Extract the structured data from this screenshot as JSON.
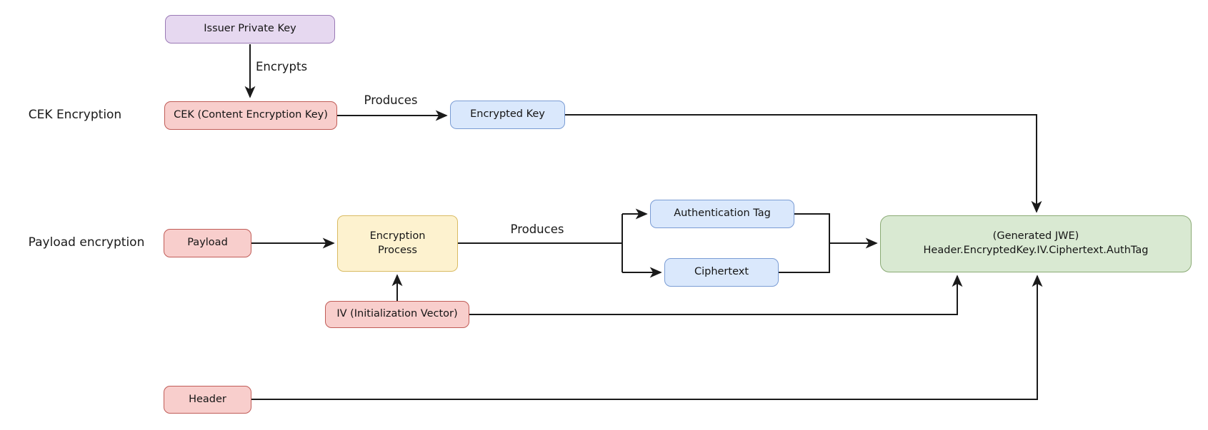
{
  "diagram": {
    "row_labels": {
      "cek": "CEK Encryption",
      "payload": "Payload encryption"
    },
    "nodes": {
      "issuer_private_key": {
        "label": "Issuer Private Key",
        "fill": "#e6d8f0",
        "border": "#9a79b5"
      },
      "cek": {
        "label": "CEK (Content Encryption Key)",
        "fill": "#f8cecc",
        "border": "#c05c57"
      },
      "encrypted_key": {
        "label": "Encrypted Key",
        "fill": "#dae8fc",
        "border": "#7a9cd4"
      },
      "payload": {
        "label": "Payload",
        "fill": "#f8cecc",
        "border": "#c05c57"
      },
      "encryption_process": {
        "label": "Encryption\nProcess",
        "fill": "#fdf2cf",
        "border": "#d9bb62"
      },
      "authentication_tag": {
        "label": "Authentication Tag",
        "fill": "#dae8fc",
        "border": "#7a9cd4"
      },
      "ciphertext": {
        "label": "Ciphertext",
        "fill": "#dae8fc",
        "border": "#7a9cd4"
      },
      "iv": {
        "label": "IV (Initialization Vector)",
        "fill": "#f8cecc",
        "border": "#c05c57"
      },
      "header": {
        "label": "Header",
        "fill": "#f8cecc",
        "border": "#c05c57"
      },
      "generated_jwe": {
        "label": "(Generated JWE)\nHeader.EncryptedKey.IV.Ciphertext.AuthTag",
        "fill": "#d9e9d2",
        "border": "#8aaa74"
      }
    },
    "edge_labels": {
      "encrypts": "Encrypts",
      "produces_cek": "Produces",
      "produces_payload": "Produces"
    },
    "edge_color": "#1a1a1a",
    "background": "#ffffff"
  }
}
